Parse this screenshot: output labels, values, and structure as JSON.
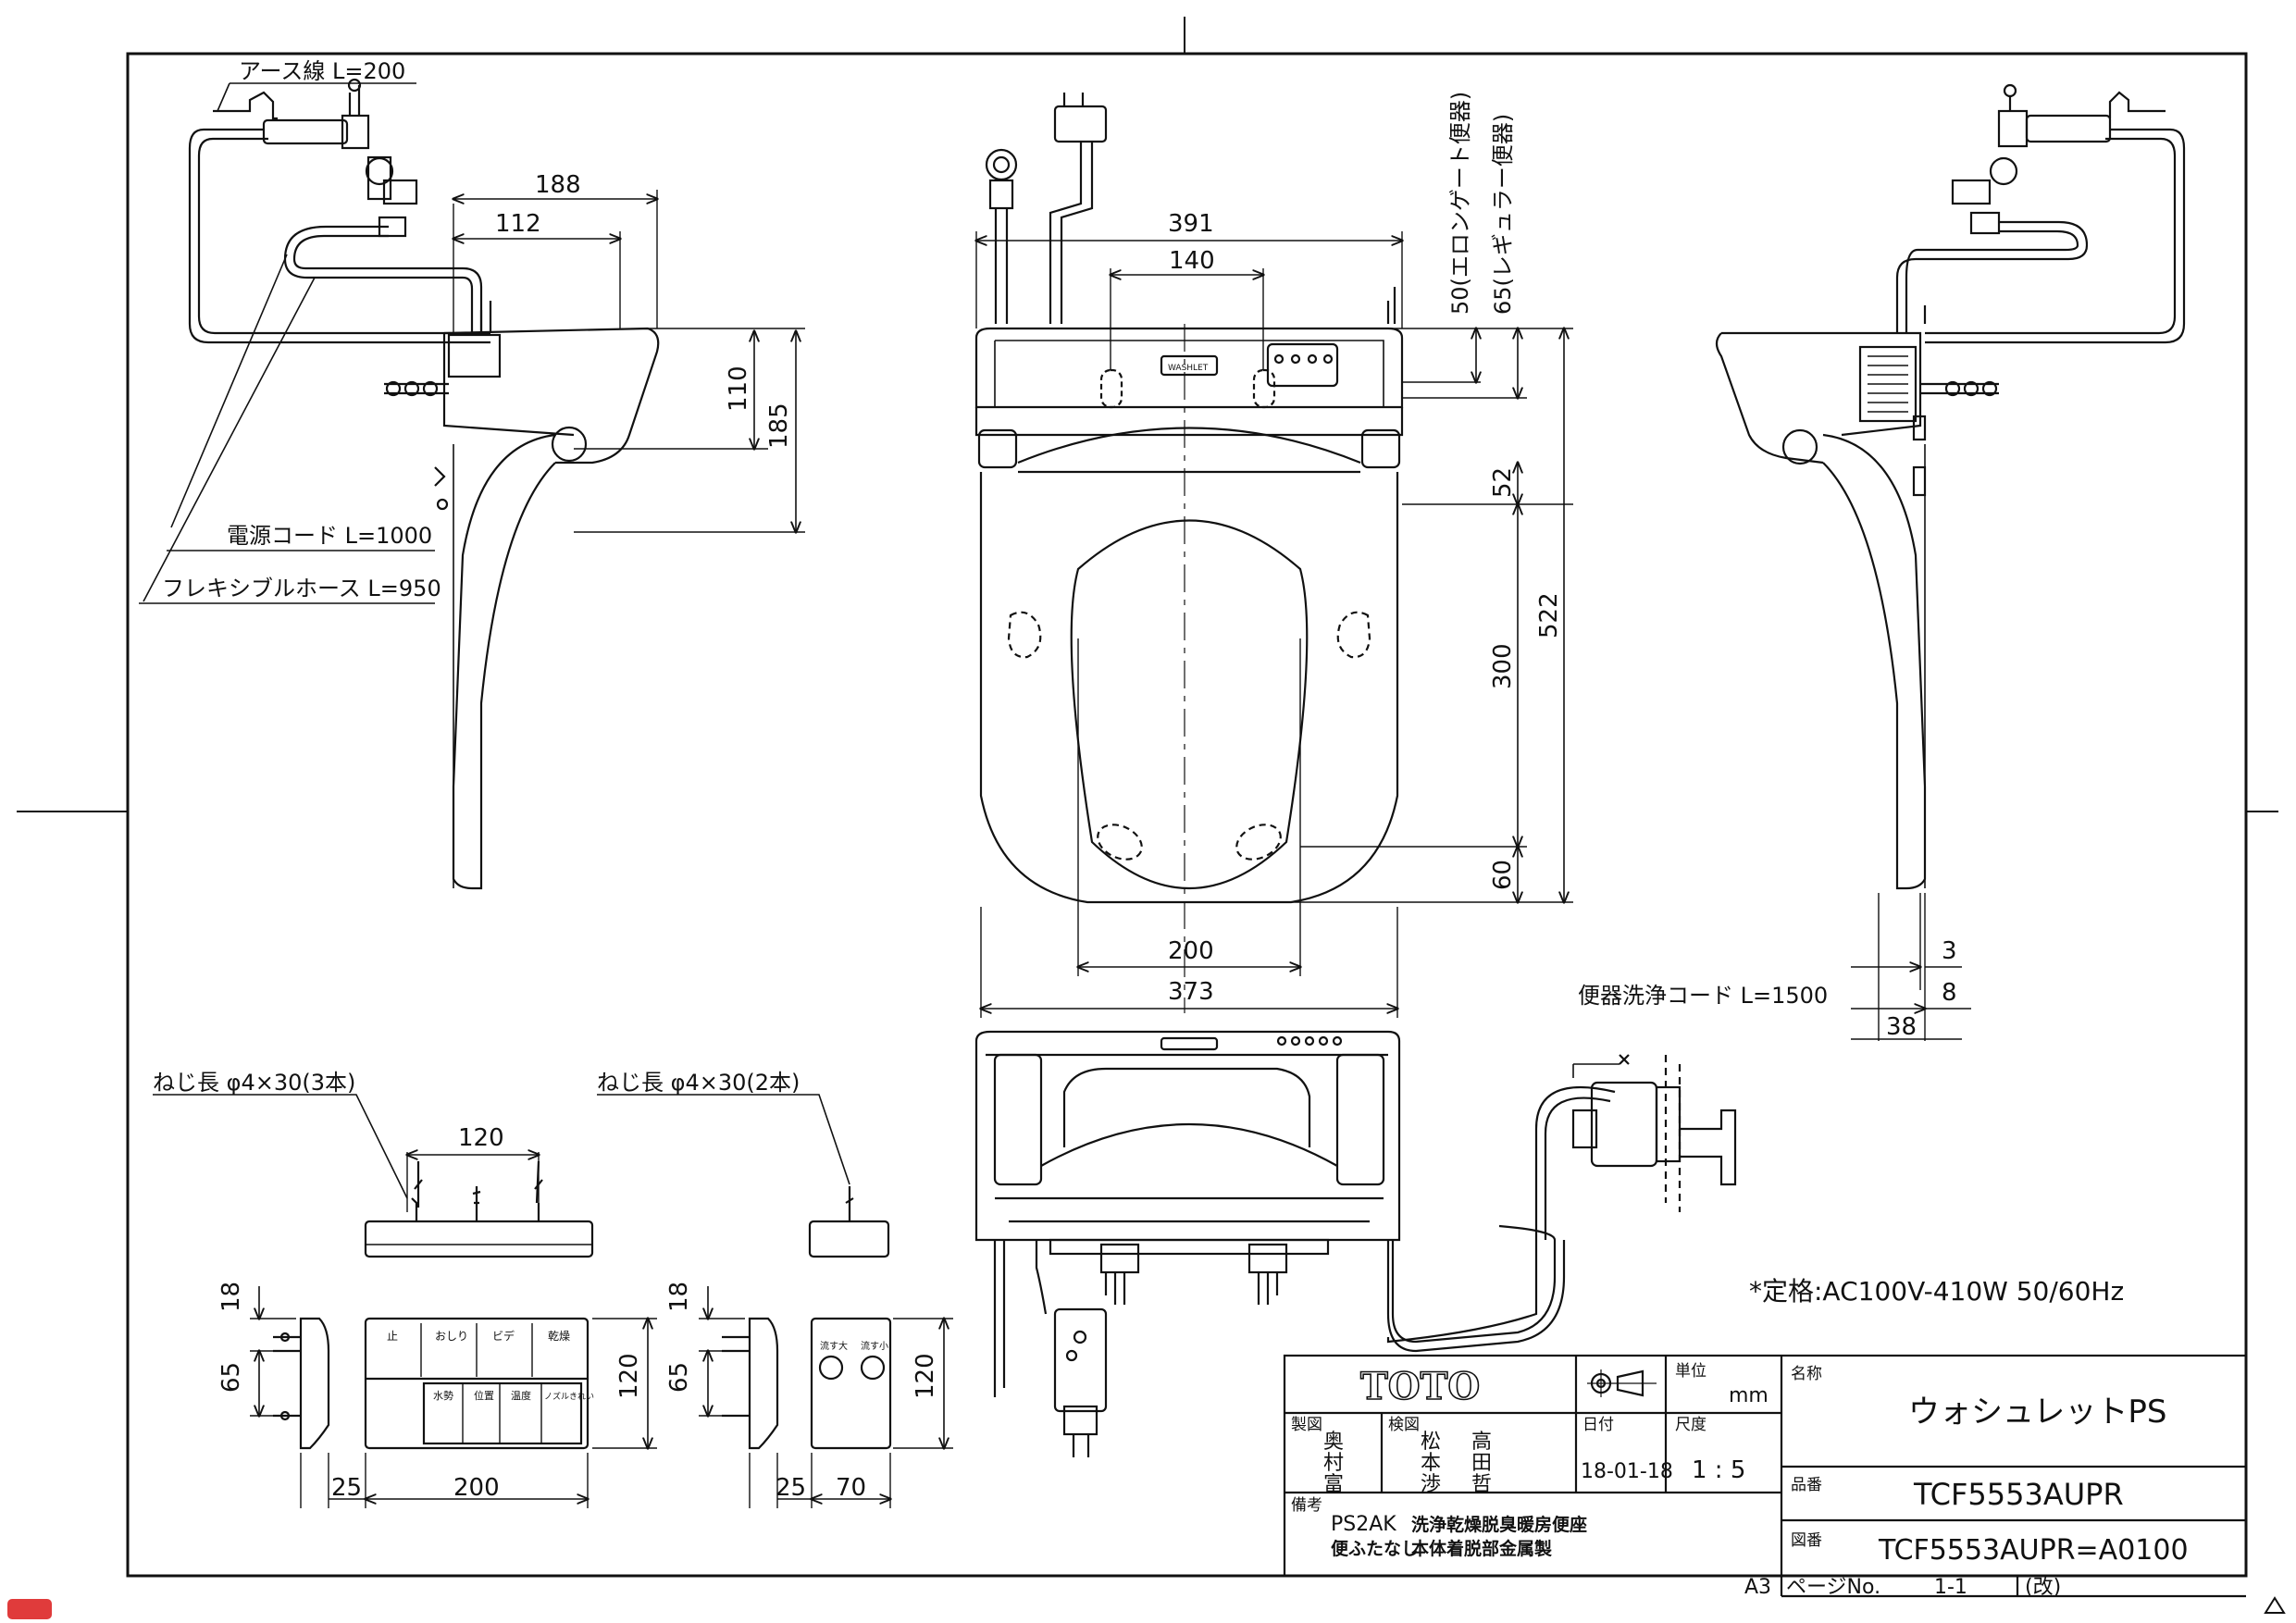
{
  "labels": {
    "earth_wire": "アース線 L=200",
    "power_cord": "電源コード L=1000",
    "flex_hose": "フレキシブルホース L=950",
    "elongate": "50(エロンゲート便器)",
    "regular": "65(レギュラー便器)",
    "screw_3": "ねじ長 φ4×30(3本)",
    "screw_2": "ねじ長 φ4×30(2本)",
    "flush_cord": "便器洗浄コード L=1500",
    "rating": "*定格:AC100V-410W 50/60Hz",
    "brand_plate": "WASHLET"
  },
  "dimensions": {
    "d188": "188",
    "d112": "112",
    "d110": "110",
    "d185": "185",
    "d391": "391",
    "d140": "140",
    "d52": "52",
    "d522": "522",
    "d300": "300",
    "d60": "60",
    "d200_seat": "200",
    "d373": "373",
    "d3": "3",
    "d8": "8",
    "d38": "38",
    "d120_screw": "120",
    "d18_a": "18",
    "d65_a": "65",
    "d25_a": "25",
    "d200_rc": "200",
    "d120_rc": "120",
    "d18_b": "18",
    "d65_b": "65",
    "d25_b": "25",
    "d70": "70",
    "d120_b": "120"
  },
  "remote_buttons": {
    "top_row": [
      "止",
      "おしり",
      "ビデ",
      "乾燥"
    ],
    "bottom_row": [
      "水勢",
      "位置",
      "温度",
      "ノズルきれい"
    ]
  },
  "small_remote": [
    "流す大",
    "流す小"
  ],
  "title_block": {
    "logo": "TOTO",
    "unit_label": "単位",
    "unit_value": "mm",
    "name_label": "名称",
    "name_value": "ウォシュレットPS",
    "made_label": "製図",
    "made_names": [
      "奥",
      "村",
      "富"
    ],
    "check_label": "検図",
    "check_names": [
      "松",
      "高",
      "本",
      "田",
      "渉",
      "哲"
    ],
    "date_label": "日付",
    "date_value": "18-01-18",
    "scale_label": "尺度",
    "scale_value": "1 : 5",
    "part_label": "品番",
    "part_value": "TCF5553AUPR",
    "notes_label": "備考",
    "note1_code": "PS2AK",
    "note1_text": "洗浄乾燥脱臭暖房便座",
    "note2_code": "便ふたなし",
    "note2_text": "本体着脱部金属製",
    "drawing_label": "図番",
    "drawing_value": "TCF5553AUPR=A0100",
    "sheet_size": "A3",
    "page_label": "ページNo.",
    "page_value": "1-1",
    "rev_label": "(改)"
  }
}
